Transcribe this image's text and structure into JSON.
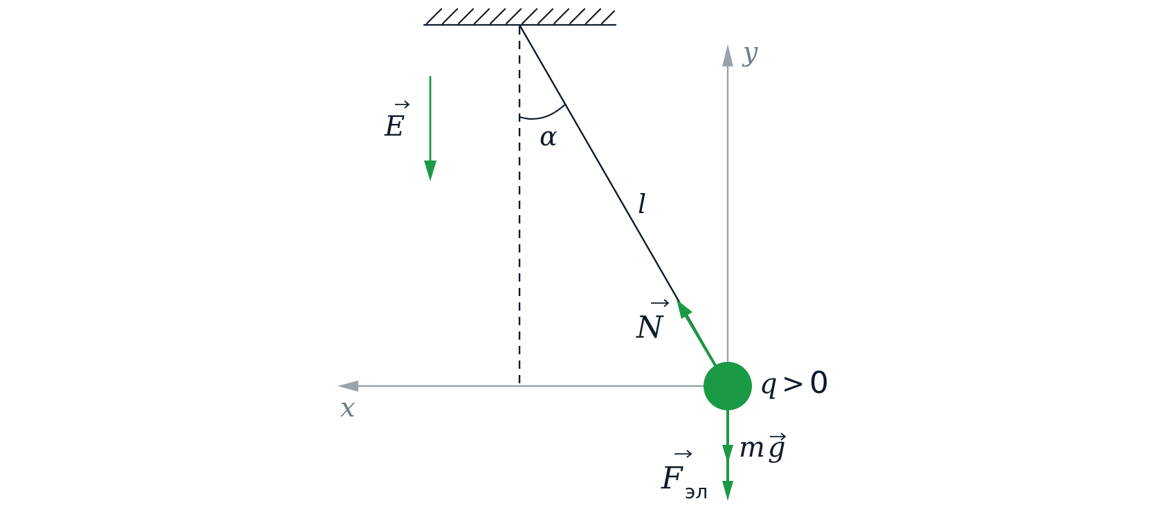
{
  "colors": {
    "ink": "#0f1b2a",
    "axis": "#9aa3a8",
    "axis_label": "#6e7c86",
    "force": "#1a9a44"
  },
  "labels": {
    "field_symbol": "E",
    "angle": "α",
    "length": "l",
    "normal_force_symbol": "N",
    "charge": "q",
    "charge_relation": ">",
    "charge_value": "0",
    "gravity_mass": "m",
    "gravity_accel": "g",
    "electric_force_symbol": "F",
    "electric_force_subscript": "эл",
    "axis_x": "x",
    "axis_y": "y"
  }
}
